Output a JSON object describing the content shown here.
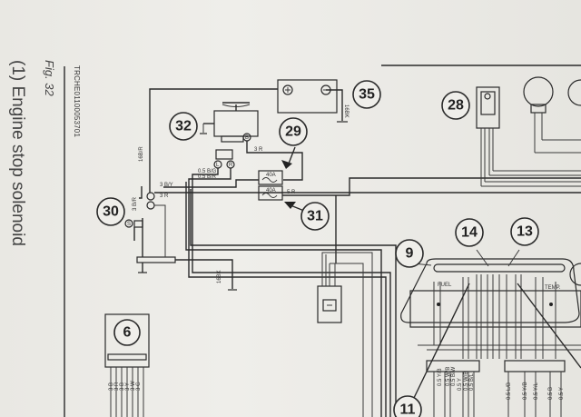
{
  "figure": {
    "caption": "(1)    Engine stop solenoid",
    "label": "Fig. 32",
    "reference_code": "TRCHE01100053701"
  },
  "components": [
    {
      "id": "35",
      "name": "Battery"
    },
    {
      "id": "32",
      "name": "Alternator"
    },
    {
      "id": "29",
      "name": "Fuse 40A (upper)"
    },
    {
      "id": "31",
      "name": "Fuse 40A (lower)"
    },
    {
      "id": "30",
      "name": "Starter motor"
    },
    {
      "id": "28",
      "name": "Connector"
    },
    {
      "id": "6",
      "name": "Connector"
    },
    {
      "id": "9",
      "name": "Fuel gauge"
    },
    {
      "id": "14",
      "name": "Instrument cluster indicator"
    },
    {
      "id": "13",
      "name": "Instrument cluster indicator"
    },
    {
      "id": "11",
      "name": "Instrument cluster"
    }
  ],
  "fuses": [
    {
      "rating": "40A"
    },
    {
      "rating": "40A"
    }
  ],
  "gauges": {
    "fuel_label": "FUEL",
    "temp_label": "TEMP."
  },
  "terminals": {
    "alternator_b": "B",
    "alternator_l": "L",
    "alternator_r": "R",
    "starter_s": "S",
    "battery_pos": "+",
    "battery_neg": "−"
  },
  "wire_labels": {
    "battery_pos_wire": "16B/R",
    "battery_neg_wire": "16BK",
    "alt_b_wire": "3 R",
    "alt_l_wire": "0.5 B/G",
    "alt_r_wire": "0.5 B/R",
    "starter_1": "3 B/Y",
    "starter_2": "3 R",
    "starter_3": "3 B/R",
    "fuse_out": "5 R",
    "ground_wire": "16BK"
  },
  "cluster_wires_left": [
    "0.5 Y/B",
    "0.5 W/B",
    "0.5 B/W",
    "0.5 Y",
    "0.5 W/B",
    "0.5 B/L"
  ],
  "cluster_wires_right": [
    "0.5 L/B",
    "0.5 Y/B",
    "0.5 Y/L",
    "0.5 B",
    "0.5 Y"
  ],
  "connector6_wires": [
    "3 B",
    "3 R",
    "3 B",
    "3 Y",
    "3 W",
    "3 G"
  ]
}
